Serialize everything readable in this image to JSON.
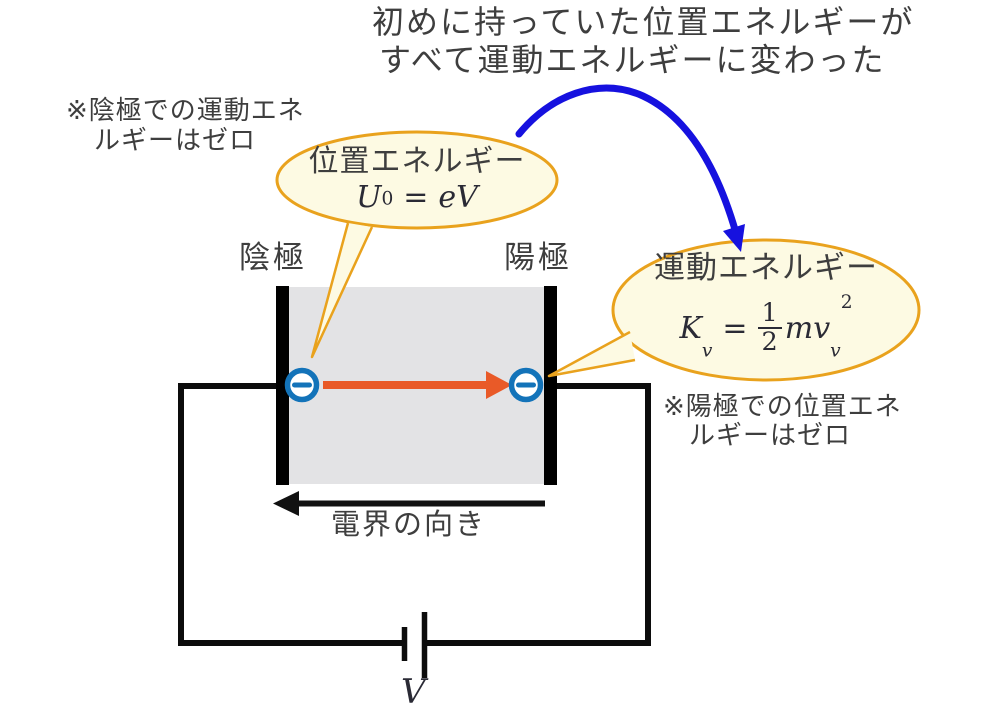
{
  "colors": {
    "bubble-fill": "#FDFAE3",
    "bubble-border": "#E9A21D",
    "electron-blue": "#1373B9",
    "motion-arrow-orange": "#E95A28",
    "transfer-arrow-blue": "#1611DF",
    "wire-black": "#0C0C0C",
    "box-gray": "#E3E3E5",
    "text-dark": "#3E3E3E",
    "formula-dark": "#2A2A35"
  },
  "top_note": {
    "line1": "初めに持っていた位置エネルギーが",
    "line2": "すべて運動エネルギーに変わった"
  },
  "cathode_note": {
    "line1": "※陰極での運動エネ",
    "line2": "ルギーはゼロ"
  },
  "anode_note": {
    "line1": "※陽極での位置エネ",
    "line2": "ルギーはゼロ"
  },
  "labels": {
    "cathode": "陰極",
    "anode": "陽極",
    "field_direction": "電界の向き",
    "voltage": "V"
  },
  "potential_bubble": {
    "title": "位置エネルギー",
    "formula": {
      "symbol": "U",
      "subscript": "0",
      "equals": "=",
      "rhs": "eV"
    }
  },
  "kinetic_bubble": {
    "title": "運動エネルギー",
    "formula": {
      "symbol": "K",
      "subscript": "v",
      "equals": "=",
      "numerator": "1",
      "denominator": "2",
      "mass": "m",
      "velocity": "v",
      "velocity_subscript": "v",
      "exponent": "2"
    }
  }
}
